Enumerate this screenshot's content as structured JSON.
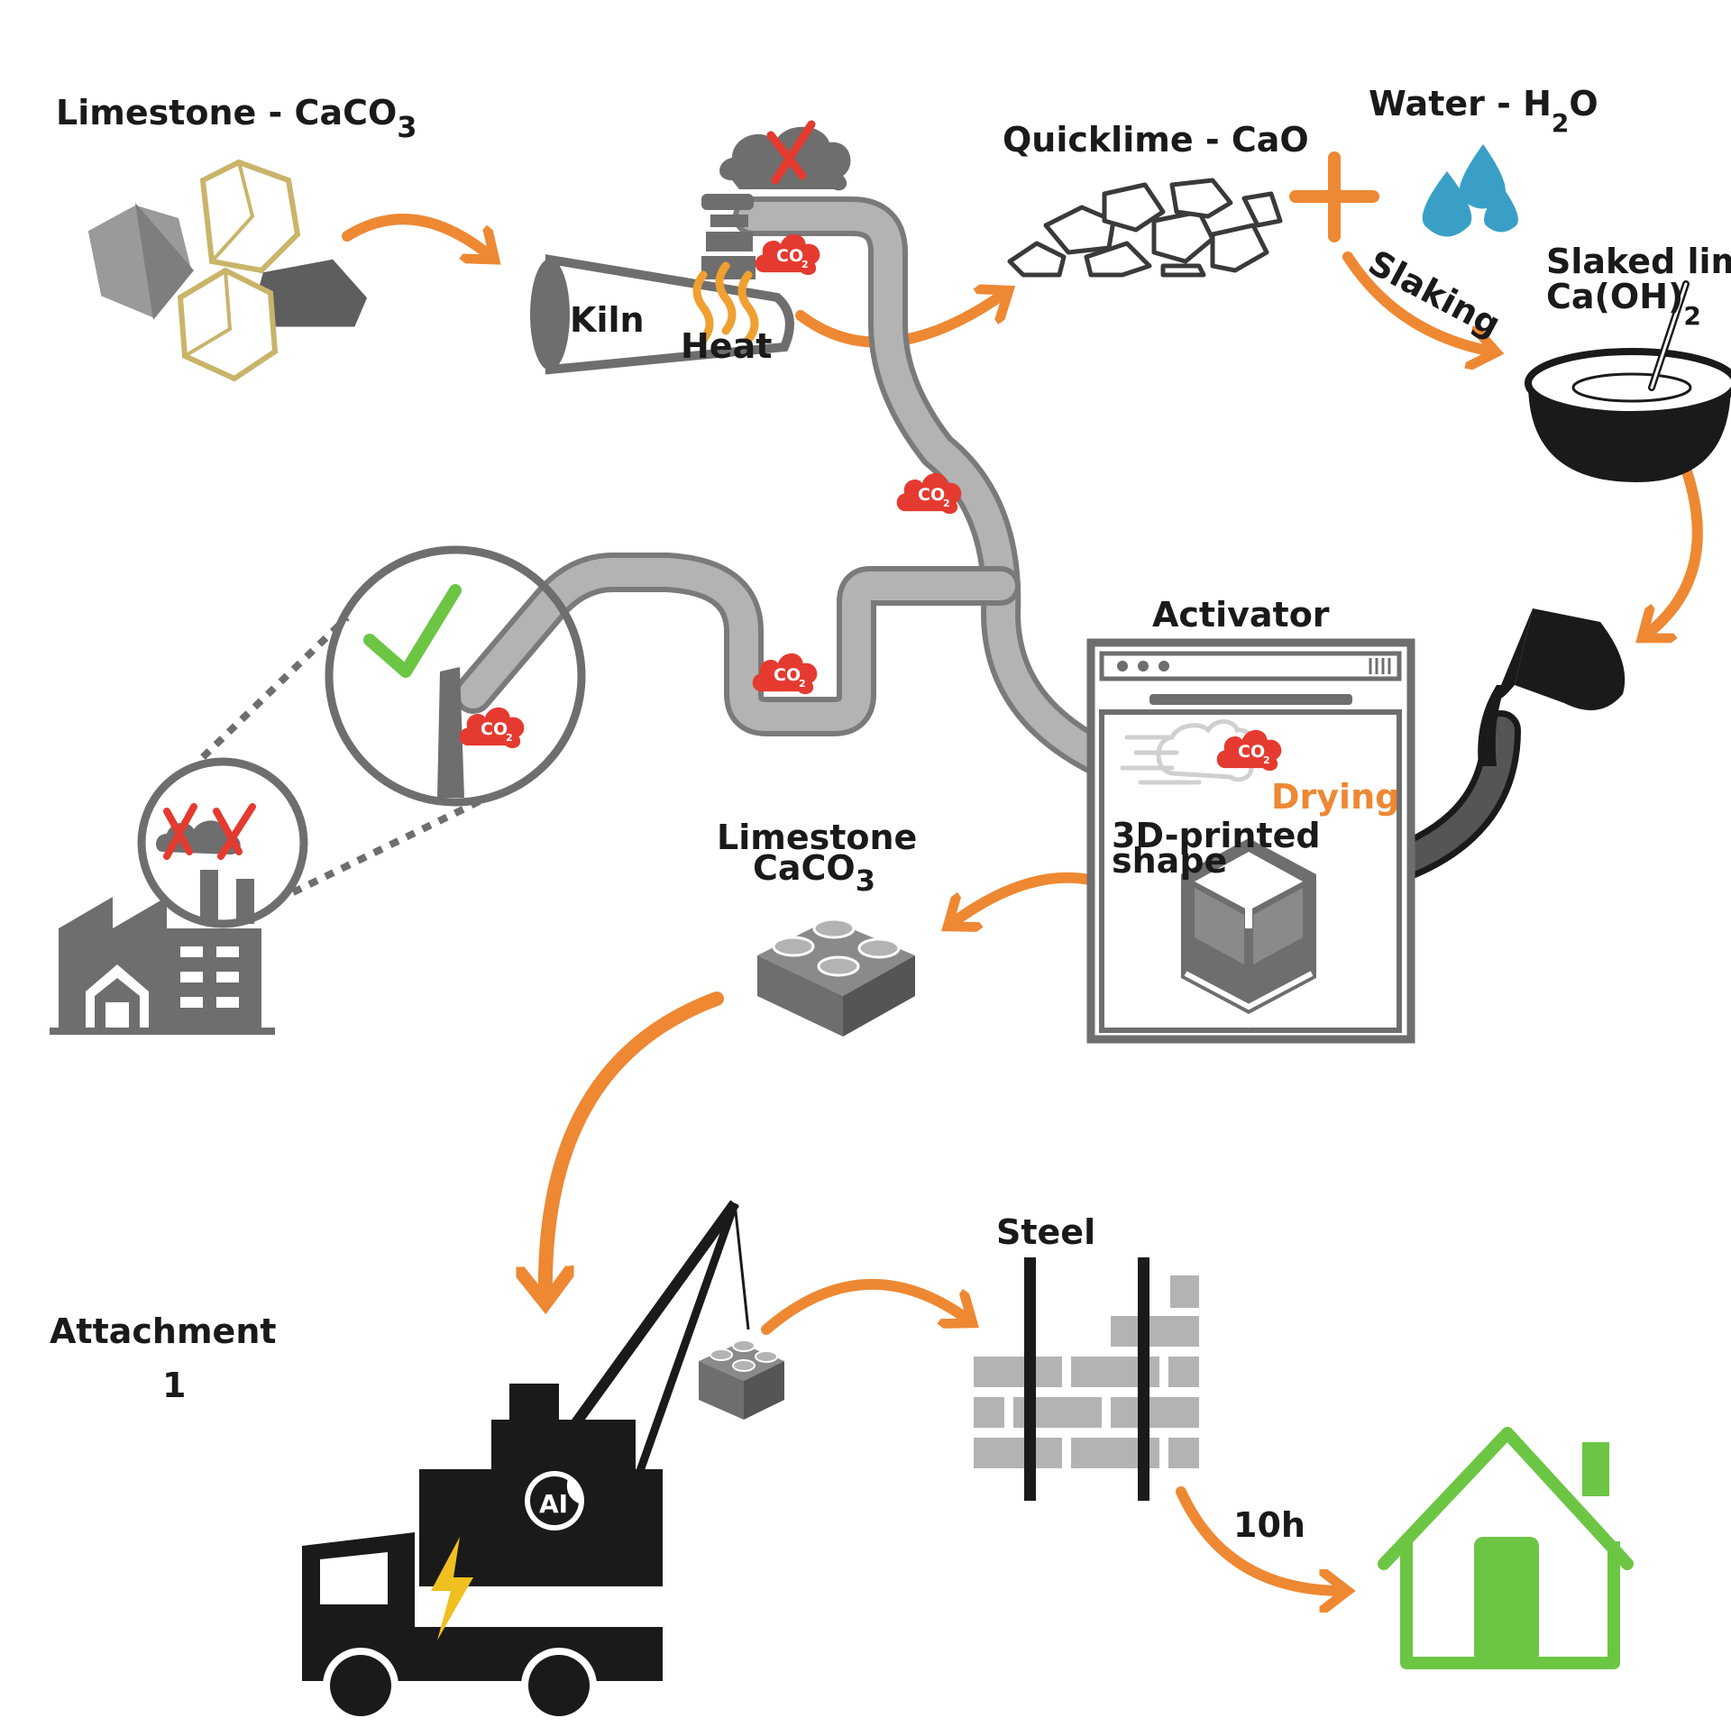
{
  "colors": {
    "arrow": "#EE8833",
    "pipe": "#AAAAAA",
    "pipe_outline": "#7A7A7A",
    "co2": "#E53A2F",
    "dark": "#1A1A1A",
    "grey": "#777777",
    "light_grey": "#B3B3B3",
    "green": "#6CC644",
    "water": "#3A9FC6",
    "gold": "#C9B46A",
    "flame": "#F0A030"
  },
  "labels": {
    "limestone_top_main": "Limestone - CaCO",
    "limestone_top_sub": "3",
    "kiln": "Kiln",
    "heat": "Heat",
    "quicklime": "Quicklime - CaO",
    "water_main": "Water - H",
    "water_sub": "2",
    "water_end": "O",
    "plus": "+",
    "slaking": "Slaking",
    "slaked_line1": "Slaked lime",
    "slaked_line2_main": "Ca(OH)",
    "slaked_line2_sub": "2",
    "activator": "Activator",
    "drying": "Drying",
    "printed_line1": "3D-printed",
    "printed_line2": "shape",
    "limestone_mid_line1": "Limestone",
    "limestone_mid_line2_main": "CaCO",
    "limestone_mid_line2_sub": "3",
    "attachment_line1": "Attachment",
    "attachment_line2": "1",
    "ai": "AI",
    "steel": "Steel",
    "duration": "10h",
    "co2_main": "CO",
    "co2_sub": "2"
  },
  "icons": [
    "limestone-rocks-icon",
    "kiln-icon",
    "smoke-cloud-icon",
    "red-x-icon",
    "heat-flame-icon",
    "quicklime-rocks-icon",
    "plus-icon",
    "water-drops-icon",
    "slaked-lime-bowl-icon",
    "pouring-jug-icon",
    "co2-cloud-icon",
    "pipe-icon",
    "magnifier-circle-icon",
    "green-check-icon",
    "chimney-icon",
    "factory-icon",
    "activator-machine-icon",
    "drying-air-icon",
    "printed-shape-cube-icon",
    "limestone-brick-icon",
    "crane-truck-icon",
    "lightning-icon",
    "brick-wall-icon",
    "steel-bar-icon",
    "house-icon"
  ]
}
